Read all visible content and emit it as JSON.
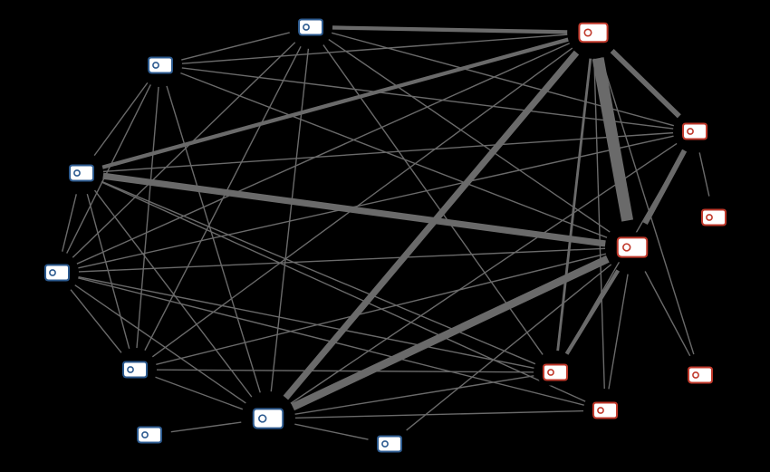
{
  "colors": {
    "background": "#000000",
    "edge": "#6a6a6a",
    "node_fill": "#ffffff",
    "group_blue": "#2c5a8f",
    "group_red": "#c0392b"
  },
  "nodes": [
    {
      "id": "n1",
      "group": "blue",
      "icon": "tag-icon"
    },
    {
      "id": "n2",
      "group": "blue",
      "icon": "tag-icon"
    },
    {
      "id": "n3",
      "group": "blue",
      "icon": "tag-icon"
    },
    {
      "id": "n4",
      "group": "blue",
      "icon": "tag-icon"
    },
    {
      "id": "n5",
      "group": "blue",
      "icon": "tag-icon"
    },
    {
      "id": "n6",
      "group": "blue",
      "icon": "tag-icon"
    },
    {
      "id": "n7",
      "group": "blue",
      "icon": "tag-icon"
    },
    {
      "id": "n8",
      "group": "blue",
      "icon": "tag-icon"
    },
    {
      "id": "n9",
      "group": "red",
      "icon": "tag-icon"
    },
    {
      "id": "n10",
      "group": "red",
      "icon": "tag-icon"
    },
    {
      "id": "n11",
      "group": "red",
      "icon": "tag-icon"
    },
    {
      "id": "n12",
      "group": "red",
      "icon": "tag-icon"
    },
    {
      "id": "n13",
      "group": "red",
      "icon": "tag-icon"
    },
    {
      "id": "n14",
      "group": "red",
      "icon": "tag-icon"
    },
    {
      "id": "n15",
      "group": "red",
      "icon": "tag-icon"
    }
  ],
  "edges": [
    {
      "from": "n1",
      "to": "n9",
      "weight": 3
    },
    {
      "from": "n1",
      "to": "n2",
      "weight": 1
    },
    {
      "from": "n1",
      "to": "n4",
      "weight": 1
    },
    {
      "from": "n1",
      "to": "n5",
      "weight": 1
    },
    {
      "from": "n1",
      "to": "n10",
      "weight": 1
    },
    {
      "from": "n1",
      "to": "n11",
      "weight": 1
    },
    {
      "from": "n1",
      "to": "n13",
      "weight": 1
    },
    {
      "from": "n1",
      "to": "n6",
      "weight": 1
    },
    {
      "from": "n2",
      "to": "n9",
      "weight": 1
    },
    {
      "from": "n2",
      "to": "n3",
      "weight": 1
    },
    {
      "from": "n2",
      "to": "n5",
      "weight": 1
    },
    {
      "from": "n2",
      "to": "n6",
      "weight": 1
    },
    {
      "from": "n2",
      "to": "n11",
      "weight": 1
    },
    {
      "from": "n2",
      "to": "n4",
      "weight": 1
    },
    {
      "from": "n3",
      "to": "n9",
      "weight": 3
    },
    {
      "from": "n3",
      "to": "n11",
      "weight": 5
    },
    {
      "from": "n3",
      "to": "n10",
      "weight": 1
    },
    {
      "from": "n3",
      "to": "n5",
      "weight": 1
    },
    {
      "from": "n3",
      "to": "n6",
      "weight": 1
    },
    {
      "from": "n3",
      "to": "n13",
      "weight": 1
    },
    {
      "from": "n3",
      "to": "n4",
      "weight": 1
    },
    {
      "from": "n4",
      "to": "n11",
      "weight": 1
    },
    {
      "from": "n4",
      "to": "n10",
      "weight": 1
    },
    {
      "from": "n4",
      "to": "n13",
      "weight": 1
    },
    {
      "from": "n4",
      "to": "n6",
      "weight": 1
    },
    {
      "from": "n4",
      "to": "n5",
      "weight": 1
    },
    {
      "from": "n4",
      "to": "n14",
      "weight": 1
    },
    {
      "from": "n5",
      "to": "n6",
      "weight": 1
    },
    {
      "from": "n5",
      "to": "n13",
      "weight": 1
    },
    {
      "from": "n5",
      "to": "n11",
      "weight": 1
    },
    {
      "from": "n6",
      "to": "n9",
      "weight": 5
    },
    {
      "from": "n6",
      "to": "n11",
      "weight": 6
    },
    {
      "from": "n6",
      "to": "n13",
      "weight": 1
    },
    {
      "from": "n6",
      "to": "n14",
      "weight": 1
    },
    {
      "from": "n6",
      "to": "n7",
      "weight": 1
    },
    {
      "from": "n6",
      "to": "n8",
      "weight": 1
    },
    {
      "from": "n6",
      "to": "n10",
      "weight": 1
    },
    {
      "from": "n8",
      "to": "n11",
      "weight": 1
    },
    {
      "from": "n9",
      "to": "n11",
      "weight": 9
    },
    {
      "from": "n9",
      "to": "n10",
      "weight": 4
    },
    {
      "from": "n9",
      "to": "n13",
      "weight": 2
    },
    {
      "from": "n9",
      "to": "n14",
      "weight": 1
    },
    {
      "from": "n9",
      "to": "n15",
      "weight": 1
    },
    {
      "from": "n10",
      "to": "n11",
      "weight": 4
    },
    {
      "from": "n10",
      "to": "n12",
      "weight": 1
    },
    {
      "from": "n11",
      "to": "n13",
      "weight": 3
    },
    {
      "from": "n11",
      "to": "n14",
      "weight": 1
    },
    {
      "from": "n11",
      "to": "n15",
      "weight": 1
    },
    {
      "from": "n13",
      "to": "n10",
      "weight": 1
    },
    {
      "from": "n3",
      "to": "n14",
      "weight": 1
    },
    {
      "from": "n2",
      "to": "n10",
      "weight": 1
    },
    {
      "from": "n5",
      "to": "n9",
      "weight": 1
    },
    {
      "from": "n4",
      "to": "n9",
      "weight": 1
    }
  ]
}
